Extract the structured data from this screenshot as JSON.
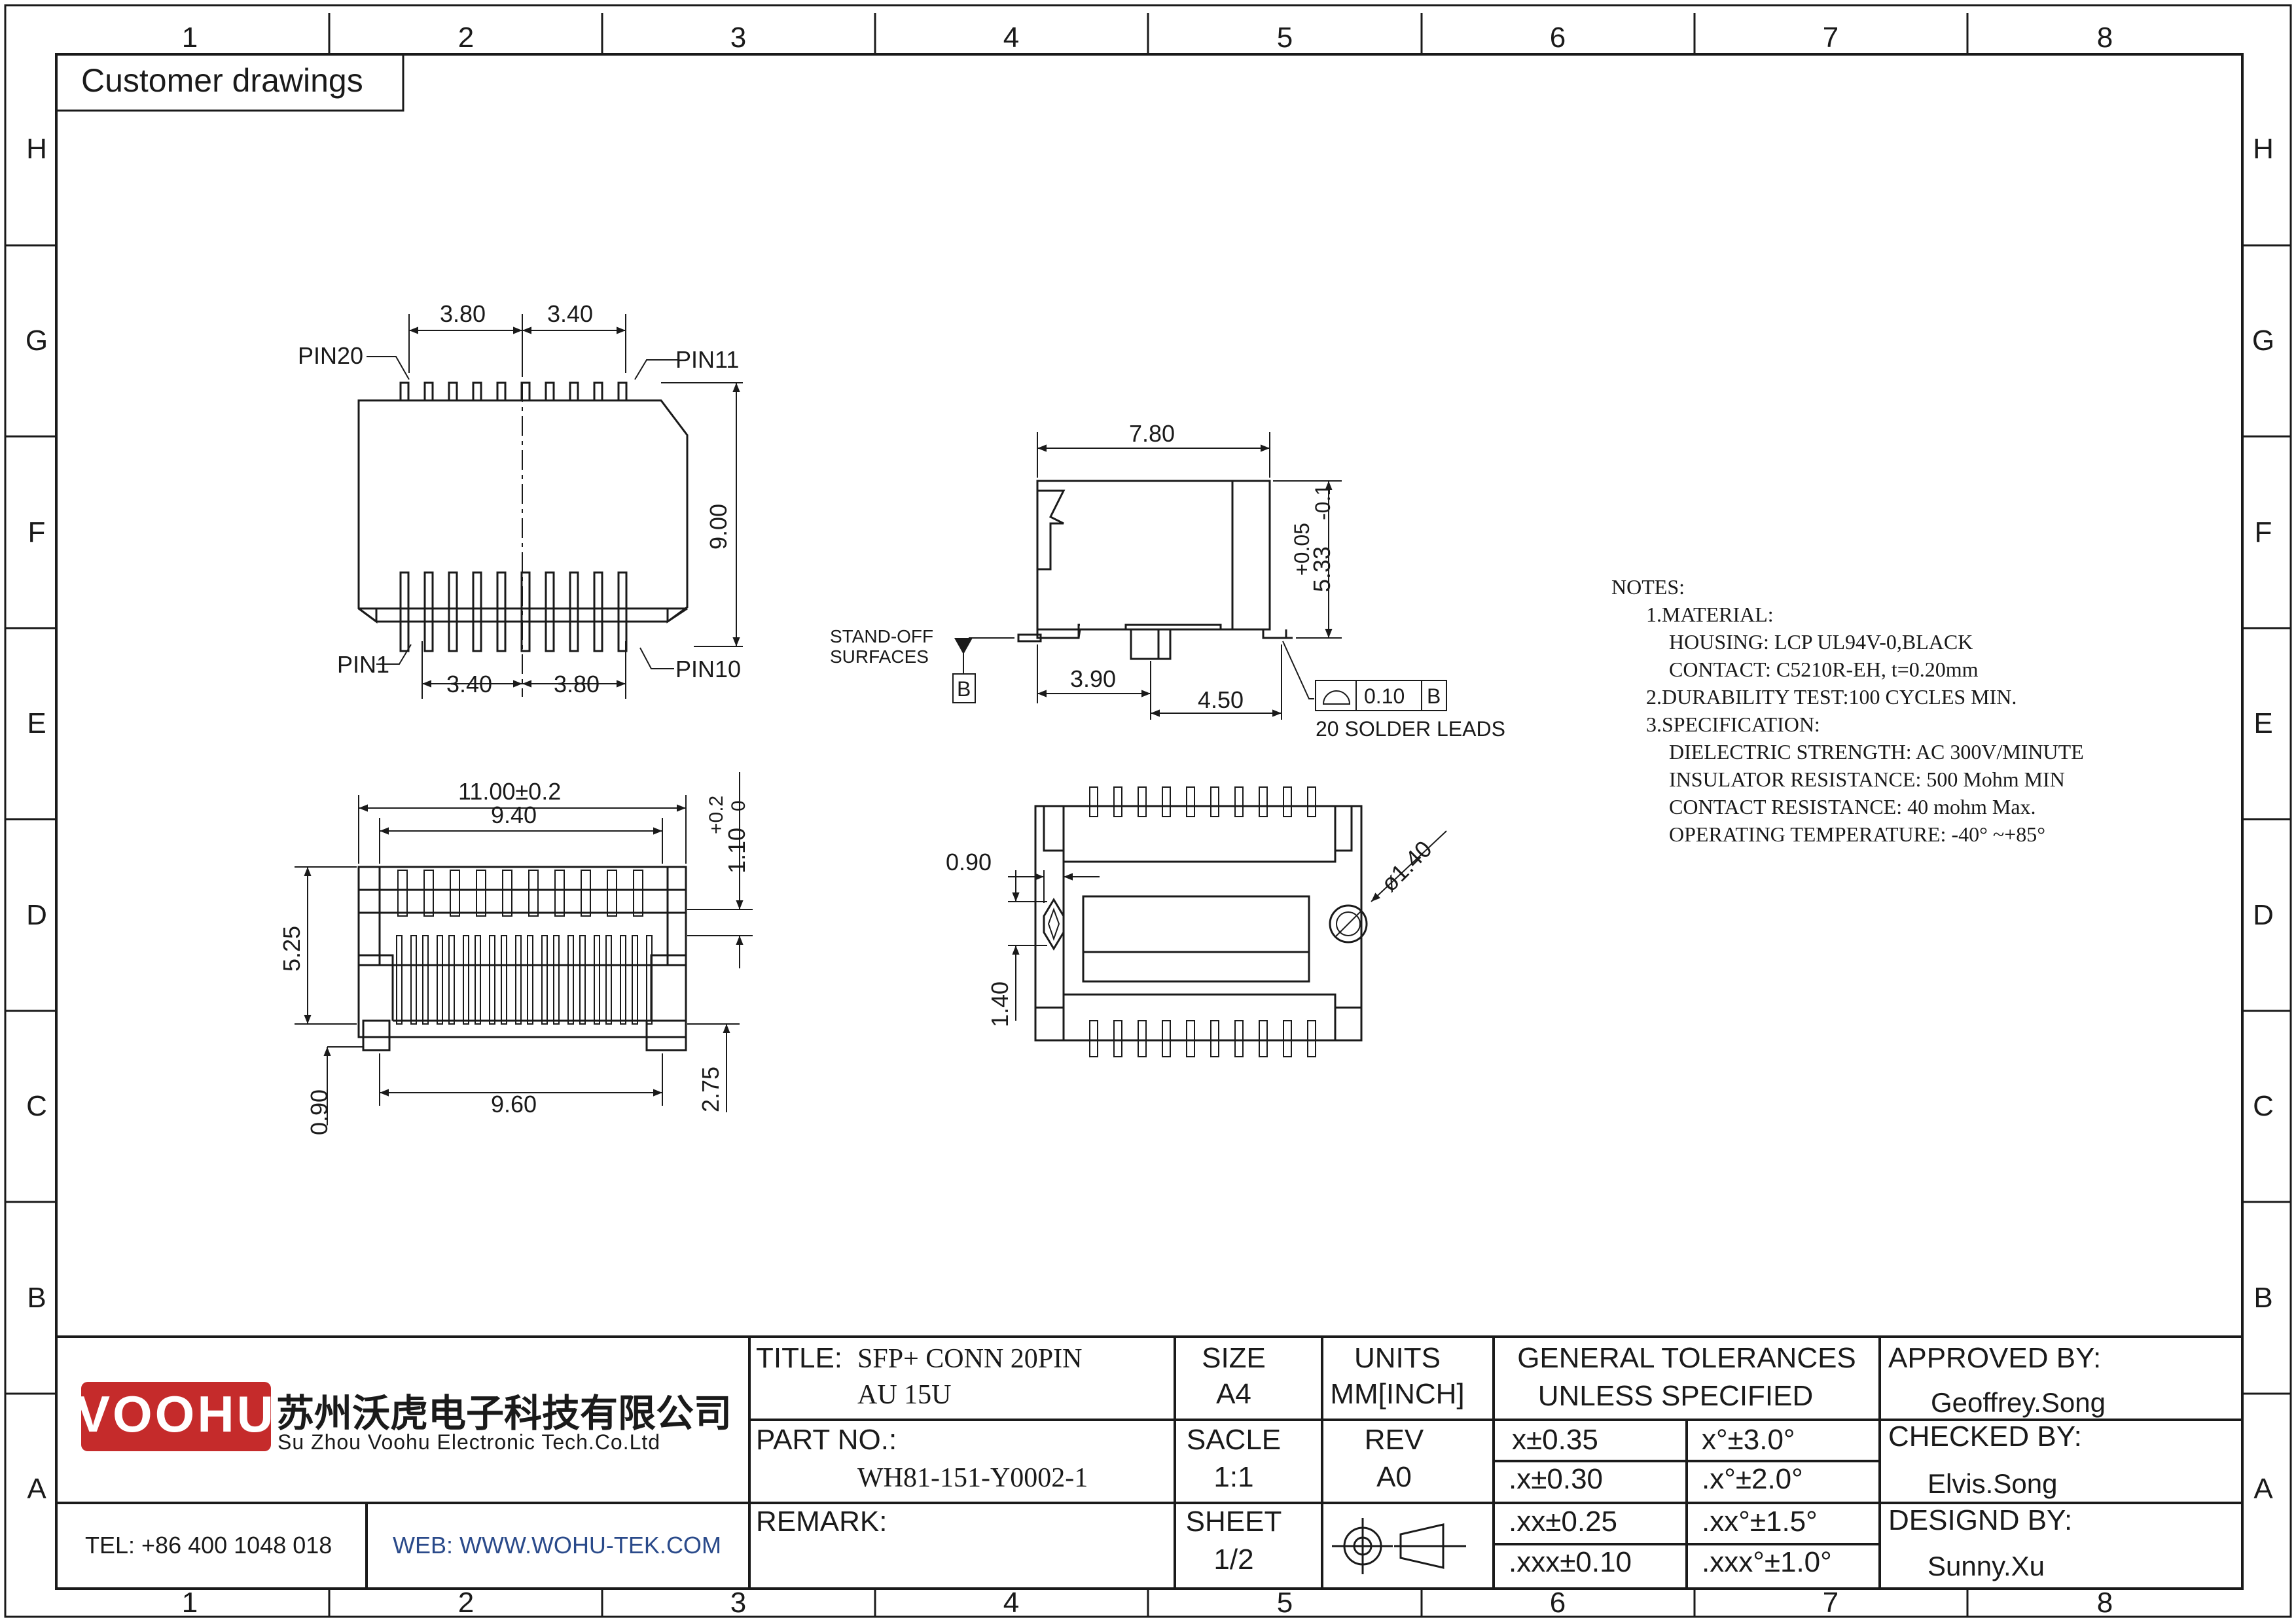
{
  "frame": {
    "columns": [
      "1",
      "2",
      "3",
      "4",
      "5",
      "6",
      "7",
      "8"
    ],
    "rows": [
      "H",
      "G",
      "F",
      "E",
      "D",
      "C",
      "B",
      "A"
    ],
    "corner_label": "Customer drawings"
  },
  "top_view": {
    "dim_top_left": "3.80",
    "dim_top_right": "3.40",
    "dim_bottom_left": "3.40",
    "dim_bottom_right": "3.80",
    "dim_height": "9.00",
    "pin_top_left": "PIN20",
    "pin_top_right": "PIN11",
    "pin_bottom_left": "PIN1",
    "pin_bottom_right": "PIN10"
  },
  "side_view": {
    "dim_width": "7.80",
    "dim_height": "5.33",
    "dim_height_tol_plus": "+0.05",
    "dim_height_tol_minus": "-0.1",
    "standoff_label_1": "STAND-OFF",
    "standoff_label_2": "SURFACES",
    "datum": "B",
    "dim_left": "3.90",
    "dim_right": "4.50",
    "flatness_value": "0.10",
    "flatness_datum": "B",
    "solder_leads": "20 SOLDER LEADS"
  },
  "front_view": {
    "dim_overall": "11.00±0.2",
    "dim_inner": "9.40",
    "dim_bottom": "9.60",
    "dim_left_height": "5.25",
    "dim_left_small": "0.90",
    "dim_right_small": "1.10",
    "dim_right_small_tol_plus": "+0.2",
    "dim_right_small_tol_minus": "0",
    "dim_right_bottom": "2.75"
  },
  "bottom_view": {
    "dim_peg_width": "0.90",
    "dim_peg_height": "1.40",
    "dim_hole": "ø1.40"
  },
  "notes": [
    "NOTES:",
    "1.MATERIAL:",
    "HOUSING: LCP UL94V-0,BLACK",
    "CONTACT: C5210R-EH, t=0.20mm",
    "2.DURABILITY TEST:100 CYCLES MIN.",
    "3.SPECIFICATION:",
    "DIELECTRIC STRENGTH: AC 300V/MINUTE",
    "INSULATOR RESISTANCE: 500 Mohm MIN",
    "CONTACT RESISTANCE:  40 mohm Max.",
    "OPERATING TEMPERATURE: -40° ~+85°"
  ],
  "title_block": {
    "company_logo": "VOOHU",
    "company_cn": "苏州沃虎电子科技有限公司",
    "company_en": "Su Zhou Voohu Electronic Tech.Co.Ltd",
    "tel": "TEL: +86 400 1048 018",
    "web": "WEB: WWW.WOHU-TEK.COM",
    "title_label": "TITLE:",
    "title_line1": "SFP+ CONN 20PIN",
    "title_line2": "AU 15U",
    "part_label": "PART NO.:",
    "part_value": "WH81-151-Y0002-1",
    "remark_label": "REMARK:",
    "size_label": "SIZE",
    "size_value": "A4",
    "units_label": "UNITS",
    "units_value": "MM[INCH]",
    "scale_label": "SACLE",
    "scale_value": "1:1",
    "rev_label": "REV",
    "rev_value": "A0",
    "sheet_label": "SHEET",
    "sheet_value": "1/2",
    "tol_header_1": "GENERAL TOLERANCES",
    "tol_header_2": "UNLESS SPECIFIED",
    "tolerances": [
      [
        "x±0.35",
        "x°±3.0°"
      ],
      [
        ".x±0.30",
        ".x°±2.0°"
      ],
      [
        ".xx±0.25",
        ".xx°±1.5°"
      ],
      [
        ".xxx±0.10",
        ".xxx°±1.0°"
      ]
    ],
    "approved_label": "APPROVED BY:",
    "approved_value": "Geoffrey.Song",
    "checked_label": "CHECKED BY:",
    "checked_value": "Elvis.Song",
    "design_label": "DESIGND BY:",
    "design_value": "Sunny.Xu"
  }
}
